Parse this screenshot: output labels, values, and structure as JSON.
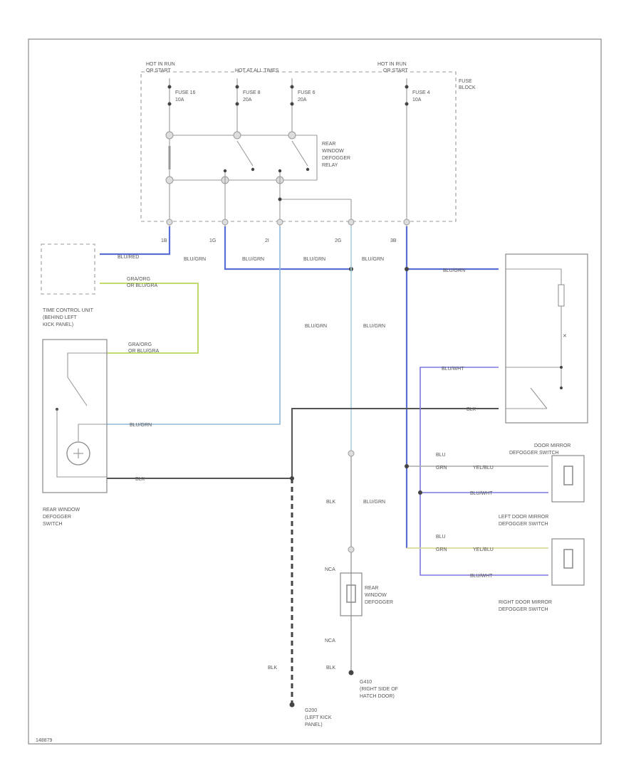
{
  "fuse_block": {
    "hot_left": "HOT IN RUN",
    "hot_left_2": "OR START",
    "hot_mid": "HOT AT ALL TIMES",
    "hot_right": "HOT IN RUN",
    "hot_right_2": "OR START",
    "block_label": "FUSE",
    "block_label_2": "BLOCK",
    "fuses": [
      {
        "name": "FUSE 16",
        "rating": "10A"
      },
      {
        "name": "FUSE 8",
        "rating": "20A"
      },
      {
        "name": "FUSE 6",
        "rating": "20A"
      },
      {
        "name": "FUSE 4",
        "rating": "10A"
      }
    ],
    "relay": [
      "REAR",
      "WINDOW",
      "DEFOGGER",
      "RELAY"
    ],
    "terminals": [
      "1B",
      "1G",
      "2I",
      "2G",
      "3B"
    ]
  },
  "wires": {
    "blu_red": "BLU/RED",
    "blu_grn": "BLU/GRN",
    "gra_org": "GRA/ORG",
    "or_blu_gra": "OR BLU/GRA",
    "blk": "BLK",
    "blu_ypp": "BLU/WHT",
    "blu_red_short": "BLU",
    "grn": "GRN",
    "yel_blu": "YEL/BLU"
  },
  "components": {
    "time_control": [
      "TIME CONTROL UNIT",
      "(BEHIND LEFT",
      "KICK PANEL)"
    ],
    "rear_switch": [
      "REAR WINDOW",
      "DEFOGGER",
      "SWITCH"
    ],
    "rear_defogger": [
      "REAR",
      "WINDOW",
      "DEFOGGER"
    ],
    "nca": "NCA",
    "g410": [
      "G410",
      "(RIGHT SIDE OF",
      "HATCH DOOR)"
    ],
    "g200": [
      "G200",
      "(LEFT KICK",
      "PANEL)"
    ],
    "door_switch": [
      "DOOR MIRROR",
      "DEFOGGER SWITCH"
    ],
    "left_door": [
      "LEFT DOOR MIRROR",
      "DEFOGGER SWITCH"
    ],
    "right_door": [
      "RIGHT DOOR MIRROR",
      "DEFOGGER SWITCH"
    ]
  },
  "footer": {
    "code": "148879"
  }
}
